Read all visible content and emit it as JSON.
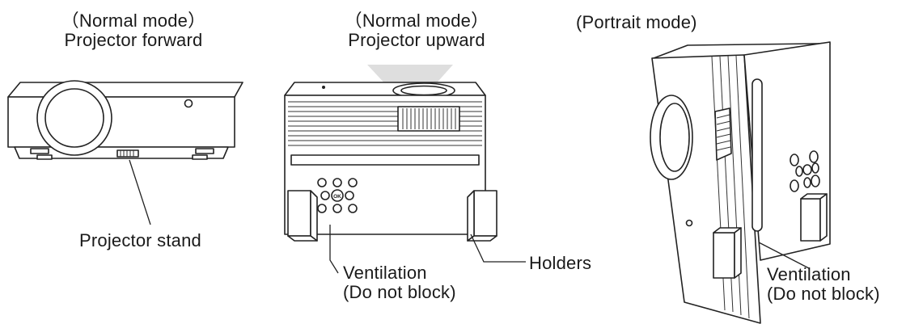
{
  "forward": {
    "mode": "（Normal mode）",
    "title": "Projector forward",
    "stand_label": "Projector stand"
  },
  "upward": {
    "mode": "（Normal mode）",
    "title": "Projector upward",
    "ventilation_line1": "Ventilation",
    "ventilation_line2": "(Do not block)",
    "holders_label": "Holders",
    "ok_key": "OK"
  },
  "portrait": {
    "mode": "(Portrait mode)",
    "ventilation_line1": "Ventilation",
    "ventilation_line2": "(Do not block)"
  }
}
